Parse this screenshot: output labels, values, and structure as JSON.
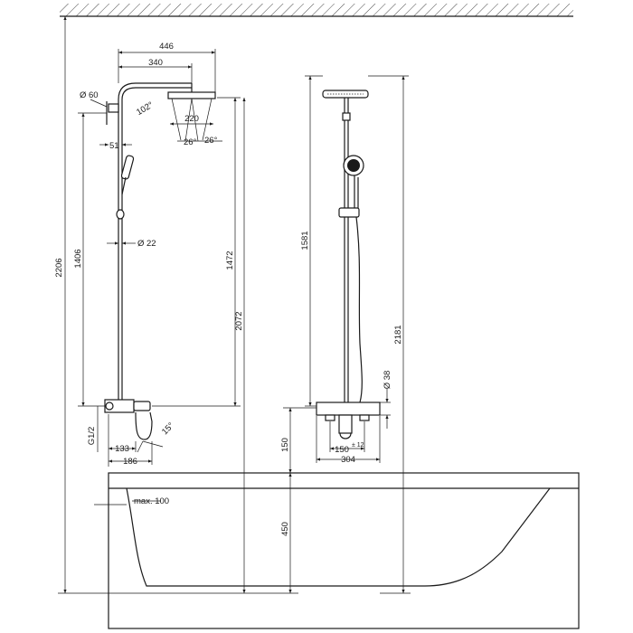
{
  "dimensions": {
    "side": {
      "width_446": "446",
      "width_340": "340",
      "dia_60": "Ø 60",
      "angle_102": "102°",
      "head_220": "220",
      "angle_26a": "26°",
      "angle_26b": "26°",
      "offset_51": "51",
      "height_1406": "1406",
      "dia_22": "Ø 22",
      "height_1472": "1472",
      "height_2206": "2206",
      "height_2072": "2072",
      "thread_g12": "G1/2",
      "angle_15": "15°",
      "depth_133": "133",
      "depth_186": "186",
      "max_100": "max. 100"
    },
    "front": {
      "height_1581": "1581",
      "height_2181": "2181",
      "dia_38": "Ø 38",
      "centers_150": "150",
      "tolerance_12": "± 12",
      "width_304": "304",
      "height_150": "150",
      "height_450": "450"
    }
  }
}
